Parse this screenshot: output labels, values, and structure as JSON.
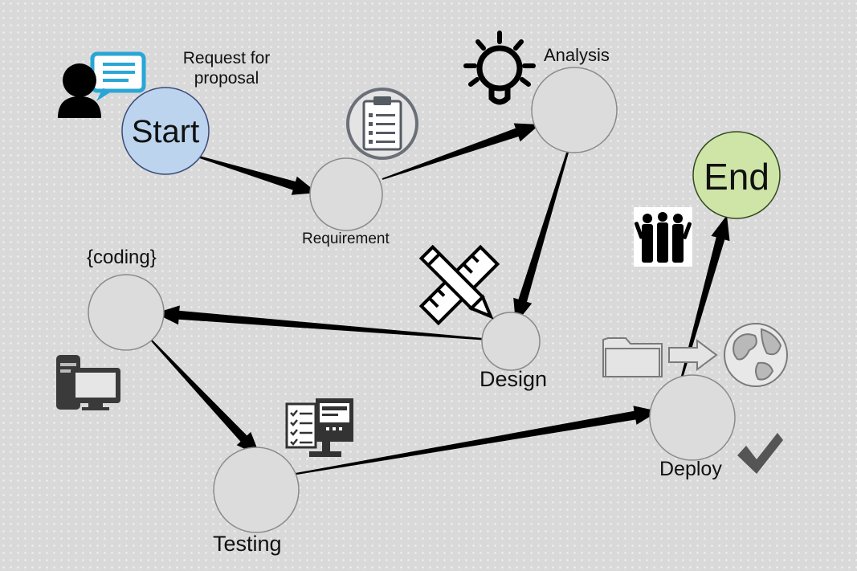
{
  "diagram": {
    "nodes": {
      "start": {
        "text": "Start",
        "fill": "#bcd4ee"
      },
      "requirement": {
        "label": "Requirement"
      },
      "analysis": {
        "label": "Analysis"
      },
      "design": {
        "label": "Design"
      },
      "coding": {
        "label": "{coding}"
      },
      "testing": {
        "label": "Testing"
      },
      "deploy": {
        "label": "Deploy"
      },
      "end": {
        "text": "End",
        "fill": "#cfe5a8"
      }
    },
    "request_label": "Request for proposal",
    "edges": [
      [
        "start",
        "requirement"
      ],
      [
        "requirement",
        "analysis"
      ],
      [
        "analysis",
        "design"
      ],
      [
        "design",
        "coding"
      ],
      [
        "coding",
        "testing"
      ],
      [
        "testing",
        "deploy"
      ],
      [
        "deploy",
        "end"
      ]
    ],
    "icons": [
      "person-chat-icon",
      "clipboard-icon",
      "lightbulb-icon",
      "pencil-ruler-icon",
      "team-icon",
      "computer-icon",
      "checklist-monitor-icon",
      "folder-icon",
      "transfer-arrow-icon",
      "globe-icon",
      "checkmark-icon"
    ],
    "colors": {
      "node_fill": "#dcdcdc",
      "node_stroke": "#8a8a8a",
      "arrow": "#000000"
    }
  }
}
